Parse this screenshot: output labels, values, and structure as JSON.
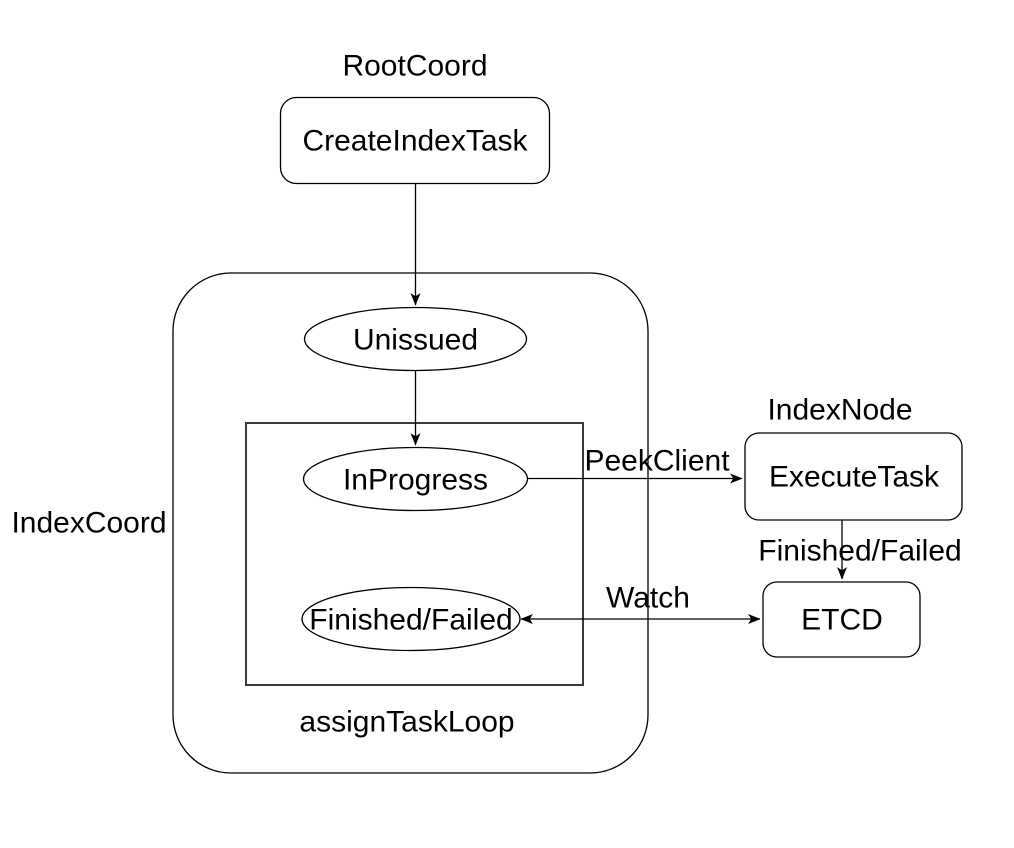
{
  "page": {
    "background_color": "#ffffff",
    "stroke_color": "#000000",
    "text_color": "#000000"
  },
  "group_labels": {
    "root_coord": "RootCoord",
    "index_coord": "IndexCoord",
    "index_node": "IndexNode",
    "assign_task_loop": "assignTaskLoop"
  },
  "nodes": {
    "create_index_task": "CreateIndexTask",
    "unissued": "Unissued",
    "in_progress": "InProgress",
    "finished_failed": "Finished/Failed",
    "execute_task": "ExecuteTask",
    "etcd": "ETCD"
  },
  "edge_labels": {
    "peek_client": "PeekClient",
    "watch": "Watch",
    "finished_failed": "Finished/Failed"
  }
}
